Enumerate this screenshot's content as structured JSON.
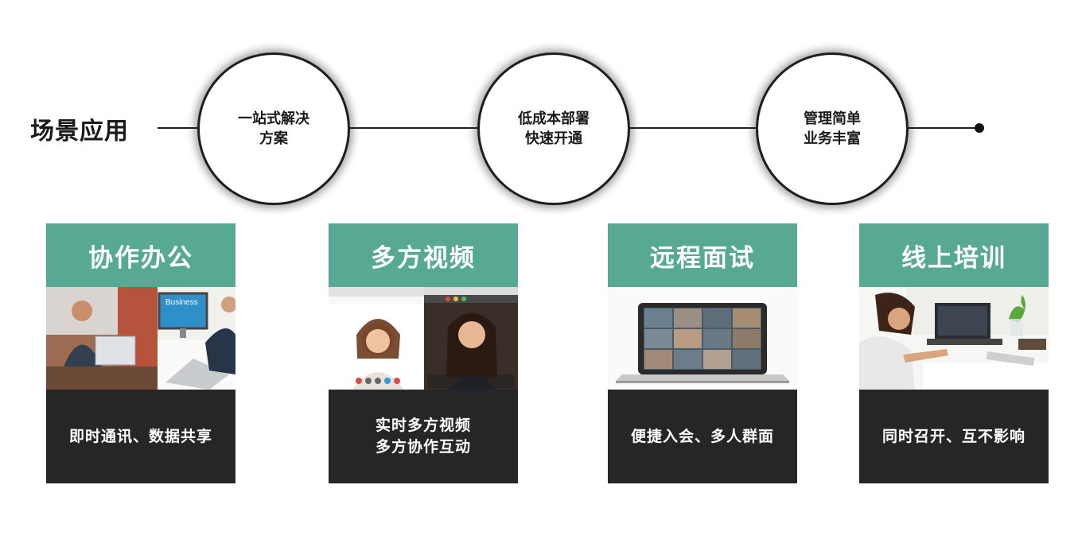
{
  "title": "场景应用",
  "circles": [
    {
      "line1": "一站式解决",
      "line2": "方案"
    },
    {
      "line1": "低成本部署",
      "line2": "快速开通"
    },
    {
      "line1": "管理简单",
      "line2": "业务丰富"
    }
  ],
  "cards": [
    {
      "heading": "协作办公",
      "line1": "即时通讯、数据共享",
      "line2": "",
      "image_label": "Business"
    },
    {
      "heading": "多方视频",
      "line1": "实时多方视频",
      "line2": "多方协作互动"
    },
    {
      "heading": "远程面试",
      "line1": "便捷入会、多人群面",
      "line2": ""
    },
    {
      "heading": "线上培训",
      "line1": "同时召开、互不影响",
      "line2": ""
    }
  ],
  "colors": {
    "accent": "#57a994",
    "dark": "#262626"
  }
}
